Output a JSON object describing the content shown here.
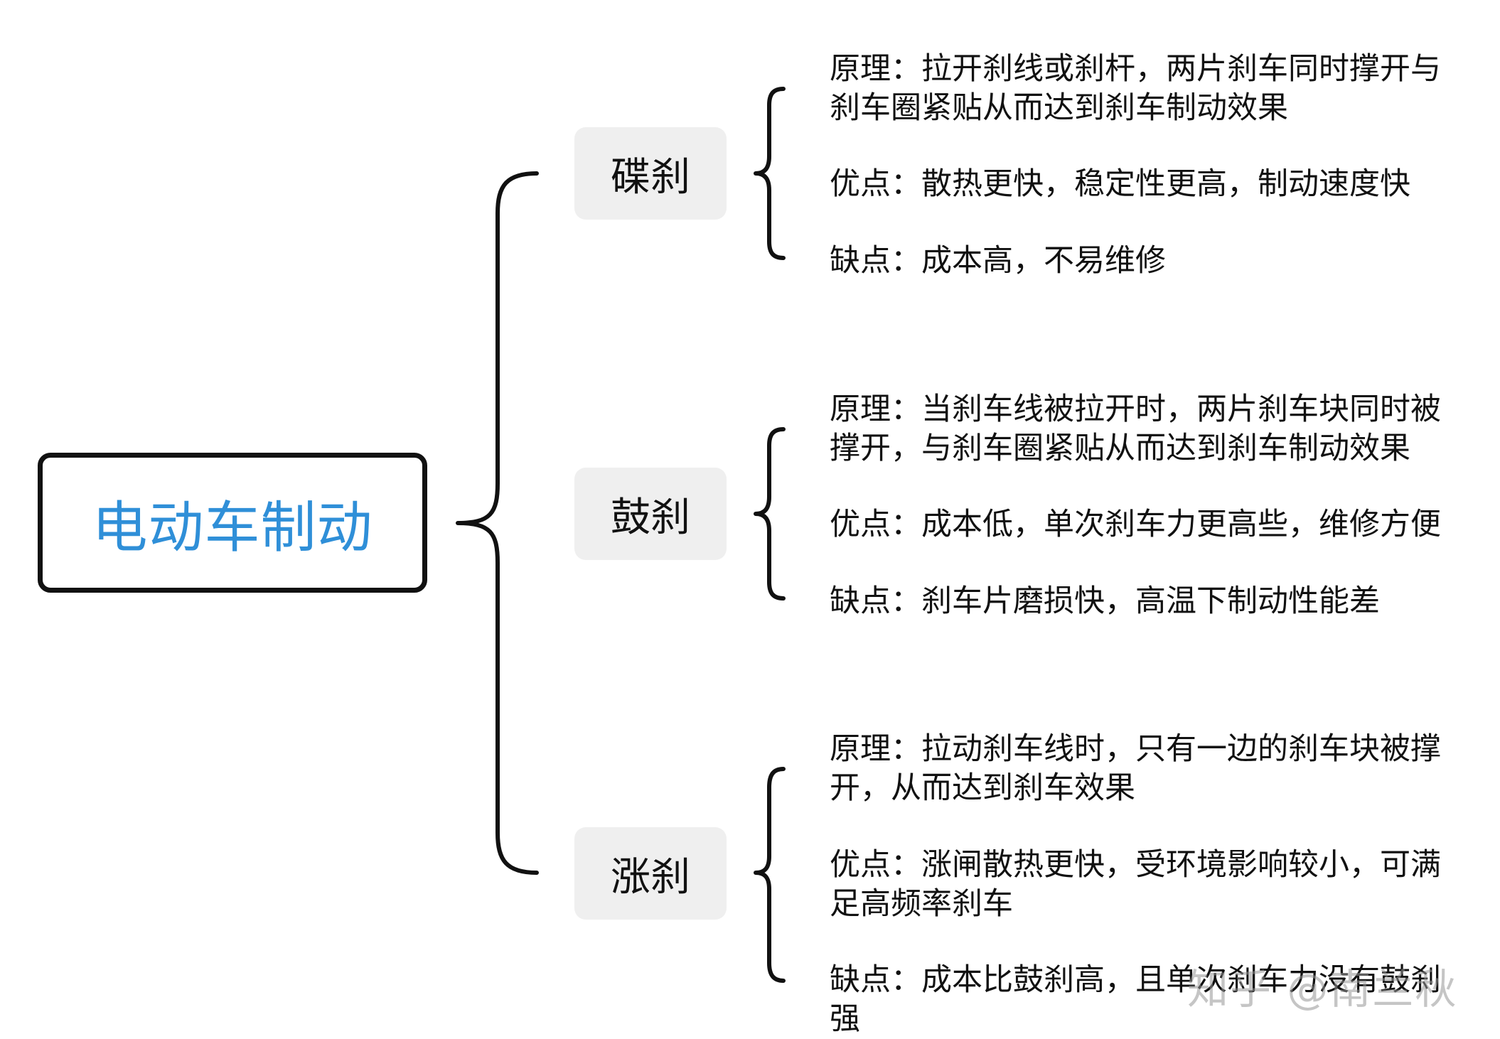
{
  "root": {
    "label": "电动车制动",
    "color": "#2f8fd8"
  },
  "branches": [
    {
      "label": "碟刹",
      "items": [
        "原理：拉开刹线或刹杆，两片刹车同时撑开与刹车圈紧贴从而达到刹车制动效果",
        "优点：散热更快，稳定性更高，制动速度快",
        "缺点：成本高，不易维修"
      ]
    },
    {
      "label": "鼓刹",
      "items": [
        "原理：当刹车线被拉开时，两片刹车块同时被撑开，与刹车圈紧贴从而达到刹车制动效果",
        "优点：成本低，单次刹车力更高些，维修方便",
        "缺点：刹车片磨损快，高温下制动性能差"
      ]
    },
    {
      "label": "涨刹",
      "items": [
        "原理：拉动刹车线时，只有一边的刹车块被撑开，从而达到刹车效果",
        "优点：涨闸散热更快，受环境影响较小，可满足高频率刹车",
        "缺点：成本比鼓刹高，且单次刹车力没有鼓刹强"
      ]
    }
  ],
  "watermark": "知乎 @南兰秋"
}
